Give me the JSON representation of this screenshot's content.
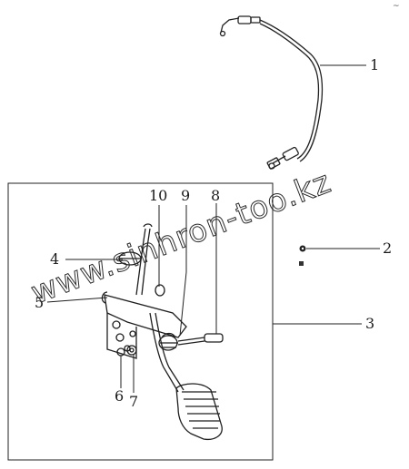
{
  "diagram": {
    "callouts": {
      "c1": "1",
      "c2": "2",
      "c3": "3",
      "c4": "4",
      "c5": "5",
      "c6": "6",
      "c7": "7",
      "c8": "8",
      "c9": "9",
      "c10": "10"
    },
    "watermark": "www.sinhron-too.kz",
    "corner_mark": "~"
  }
}
